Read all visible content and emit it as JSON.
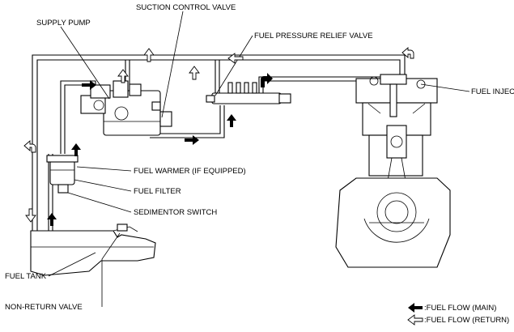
{
  "labels": {
    "suction_control_valve": "SUCTION CONTROL VALVE",
    "supply_pump": "SUPPLY PUMP",
    "fuel_pressure_relief_valve": "FUEL PRESSURE RELIEF VALVE",
    "fuel_injector": "FUEL INJECTOR",
    "fuel_warmer": "FUEL WARMER (IF EQUIPPED)",
    "fuel_filter": "FUEL FILTER",
    "sedimentor_switch": "SEDIMENTOR SWITCH",
    "fuel_tank": "FUEL TANK",
    "non_return_valve": "NON-RETURN VALVE"
  },
  "legend": {
    "main": ":FUEL FLOW (MAIN)",
    "return": ":FUEL FLOW (RETURN)"
  }
}
